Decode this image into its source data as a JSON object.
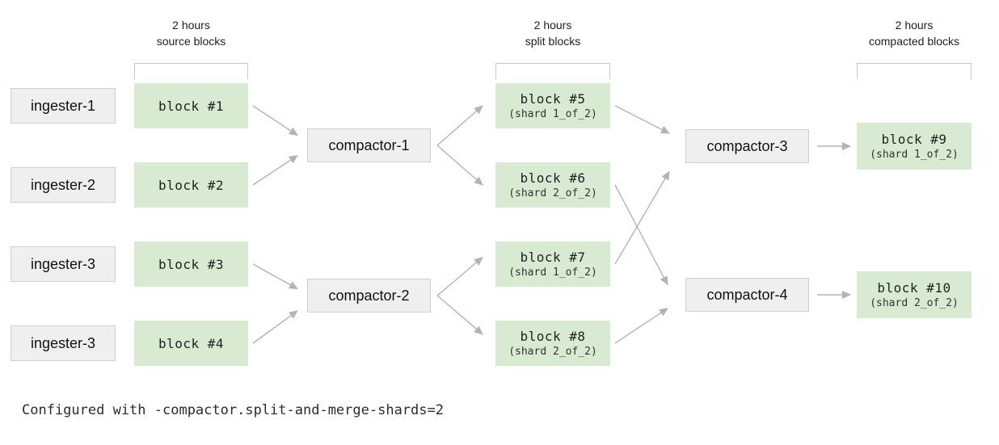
{
  "headers": {
    "source": {
      "line1": "2 hours",
      "line2": "source blocks"
    },
    "split": {
      "line1": "2 hours",
      "line2": "split blocks"
    },
    "compacted": {
      "line1": "2 hours",
      "line2": "compacted blocks"
    }
  },
  "ingesters": [
    {
      "label": "ingester-1"
    },
    {
      "label": "ingester-2"
    },
    {
      "label": "ingester-3"
    },
    {
      "label": "ingester-3"
    }
  ],
  "compactors": {
    "c1": "compactor-1",
    "c2": "compactor-2",
    "c3": "compactor-3",
    "c4": "compactor-4"
  },
  "blocks": {
    "b1": {
      "title": "block #1"
    },
    "b2": {
      "title": "block #2"
    },
    "b3": {
      "title": "block #3"
    },
    "b4": {
      "title": "block #4"
    },
    "b5": {
      "title": "block #5",
      "shard": "(shard 1_of_2)"
    },
    "b6": {
      "title": "block #6",
      "shard": "(shard 2_of_2)"
    },
    "b7": {
      "title": "block #7",
      "shard": "(shard 1_of_2)"
    },
    "b8": {
      "title": "block #8",
      "shard": "(shard 2_of_2)"
    },
    "b9": {
      "title": "block #9",
      "shard": "(shard 1_of_2)"
    },
    "b10": {
      "title": "block #10",
      "shard": "(shard 2_of_2)"
    }
  },
  "caption": "Configured with -compactor.split-and-merge-shards=2",
  "edges": [
    {
      "from": "b1",
      "to": "c1",
      "ty": 0.2
    },
    {
      "from": "b2",
      "to": "c1",
      "ty": 0.8
    },
    {
      "from": "b3",
      "to": "c2",
      "ty": 0.3
    },
    {
      "from": "b4",
      "to": "c2",
      "ty": 0.95
    },
    {
      "from": "c1",
      "to": "b5",
      "ty": 0.5,
      "fgap": 8,
      "tgap": 16
    },
    {
      "from": "c1",
      "to": "b6",
      "ty": 0.5,
      "fgap": 8,
      "tgap": 16
    },
    {
      "from": "c2",
      "to": "b7",
      "ty": 0.35,
      "fgap": 8,
      "tgap": 16
    },
    {
      "from": "c2",
      "to": "b8",
      "ty": 0.3,
      "fgap": 8,
      "tgap": 16
    },
    {
      "from": "b5",
      "to": "c3",
      "ty": 0.12,
      "tgap": 20
    },
    {
      "from": "b6",
      "to": "c4",
      "ty": 0.2,
      "tgap": 22
    },
    {
      "from": "b7",
      "to": "c3",
      "ty": 1.25,
      "tgap": 20
    },
    {
      "from": "b8",
      "to": "c4",
      "ty": 0.9,
      "tgap": 22
    },
    {
      "from": "c3",
      "to": "b9",
      "ty": 0.5,
      "fgap": 10,
      "tgap": 8
    },
    {
      "from": "c4",
      "to": "b10",
      "ty": 0.5,
      "fgap": 10,
      "tgap": 8
    }
  ],
  "colors": {
    "block_green": "#d9ead3",
    "node_gray_fill": "#efefef",
    "node_gray_border": "#d0d0d0",
    "arrow": "#b3b3b3",
    "bracket": "#c9c9c9",
    "text": "#1f1f1f"
  }
}
